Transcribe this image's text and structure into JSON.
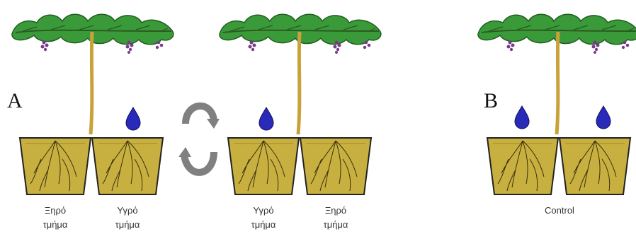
{
  "panels": [
    {
      "letter": "A",
      "pots": [
        {
          "caption": "Ξηρό τμήμα",
          "line1": "Ξηρό",
          "line2": "τμήμα"
        },
        {
          "caption": "Υγρό τμήμα",
          "line1": "Υγρό",
          "line2": "τμήμα"
        }
      ]
    },
    {
      "letter": "",
      "pots": [
        {
          "caption": "Υγρό τμήμα",
          "line1": "Υγρό",
          "line2": "τμήμα"
        },
        {
          "caption": "Ξηρό τμήμα",
          "line1": "Ξηρό",
          "line2": "τμήμα"
        }
      ]
    },
    {
      "letter": "B",
      "caption": "Control"
    }
  ],
  "colors": {
    "soil": "#c8b040",
    "soil_dark": "#a08a20",
    "pot_outline": "#222222",
    "trunk": "#c9a23a",
    "leaves": "#3a9a3a",
    "grapes": "#7a3a8a",
    "water": "#2a2ab8",
    "arrows": "#808080"
  },
  "icons": {
    "water_drop": "water-drop-icon",
    "rotation": "rotation-arrows-icon"
  }
}
